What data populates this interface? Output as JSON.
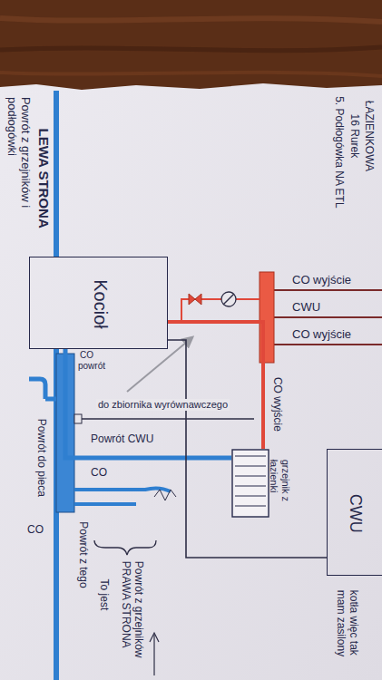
{
  "diagram": {
    "nodes": [
      {
        "text": [
          "Kocioł"
        ]
      },
      {
        "text": [
          "CWU"
        ]
      },
      {
        "text": [
          "grzejnik z łazienki"
        ]
      }
    ],
    "edges": [
      {
        "from": 0,
        "to": 2,
        "arrow": "none",
        "label": "CO wyjście"
      },
      {
        "from": 2,
        "to": 0,
        "arrow": "none"
      },
      {
        "from": 0,
        "to": 1,
        "arrow": "none"
      }
    ],
    "labels": [
      "ŁAZIENKOWA",
      "16 Rurek",
      "5. Podłogówka NA ETL",
      "Powrót z grzejników i podłogówki",
      "LEWA STRONA",
      "CO wyjście",
      "CWU",
      "CO wyjście",
      "CO",
      "powrót",
      "do zbiornika wyrównawczego",
      "Powrót do pieca",
      "Powrót CWU",
      "CO",
      "CO",
      "Powrót z tego",
      "To jest",
      "Powrót z grzejników PRAWA STRONA",
      "kotła więc tak mam zasilony"
    ]
  }
}
